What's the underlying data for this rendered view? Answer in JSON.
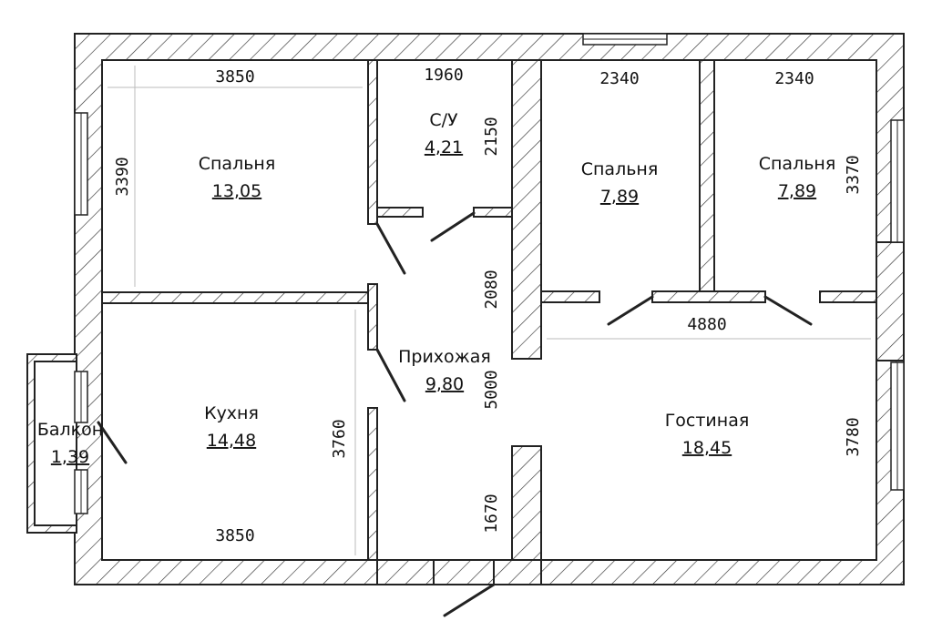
{
  "rooms": {
    "bedroom_1": {
      "name": "Спальня",
      "area": "13,05"
    },
    "bathroom": {
      "name": "С/У",
      "area": "4,21"
    },
    "bedroom_2": {
      "name": "Спальня",
      "area": "7,89"
    },
    "bedroom_3": {
      "name": "Спальня",
      "area": "7,89"
    },
    "hallway": {
      "name": "Прихожая",
      "area": "9,80"
    },
    "kitchen": {
      "name": "Кухня",
      "area": "14,48"
    },
    "balcony": {
      "name": "Балкон",
      "area": "1,39"
    },
    "living_room": {
      "name": "Гостиная",
      "area": "18,45"
    }
  },
  "dimensions": {
    "bedroom_1_width": "3850",
    "bedroom_1_depth": "3390",
    "bathroom_width": "1960",
    "bathroom_depth": "2150",
    "bedroom_2_width": "2340",
    "bedroom_3_width": "2340",
    "bedroom_3_depth": "3370",
    "hallway_upper": "2080",
    "hallway_length": "5000",
    "hallway_lower": "1670",
    "living_width": "4880",
    "living_depth": "3780",
    "kitchen_depth": "3760",
    "kitchen_width": "3850"
  }
}
